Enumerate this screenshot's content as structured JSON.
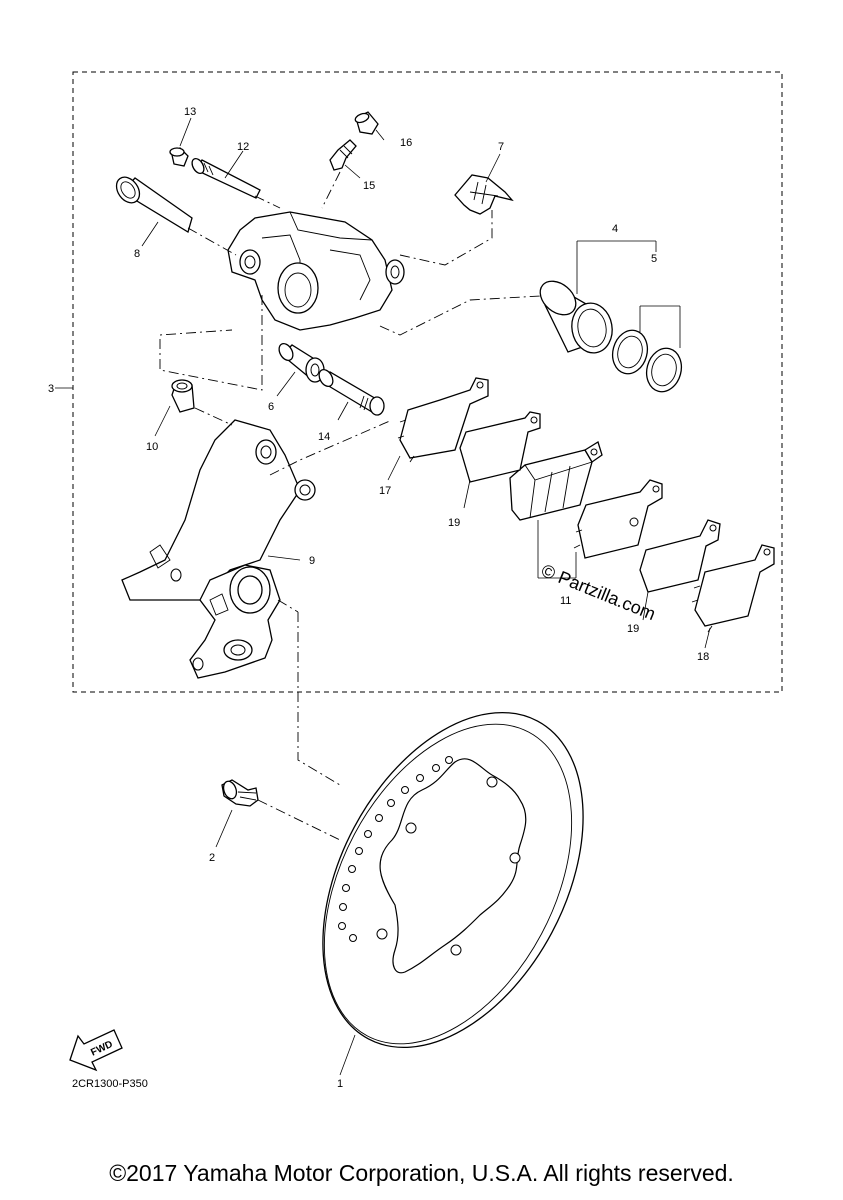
{
  "diagram": {
    "diagram_code": "2CR1300-P350",
    "fwd_label": "FWD",
    "watermark": "© Partzilla.com",
    "copyright": "©2017 Yamaha Motor Corporation, U.S.A. All rights reserved.",
    "callouts": {
      "n1": "1",
      "n2": "2",
      "n3": "3",
      "n4": "4",
      "n5": "5",
      "n6": "6",
      "n7": "7",
      "n8": "8",
      "n9": "9",
      "n10": "10",
      "n11": "11",
      "n12": "12",
      "n13": "13",
      "n14": "14",
      "n15": "15",
      "n16": "16",
      "n17": "17",
      "n18": "18",
      "n19a": "19",
      "n19b": "19"
    }
  }
}
